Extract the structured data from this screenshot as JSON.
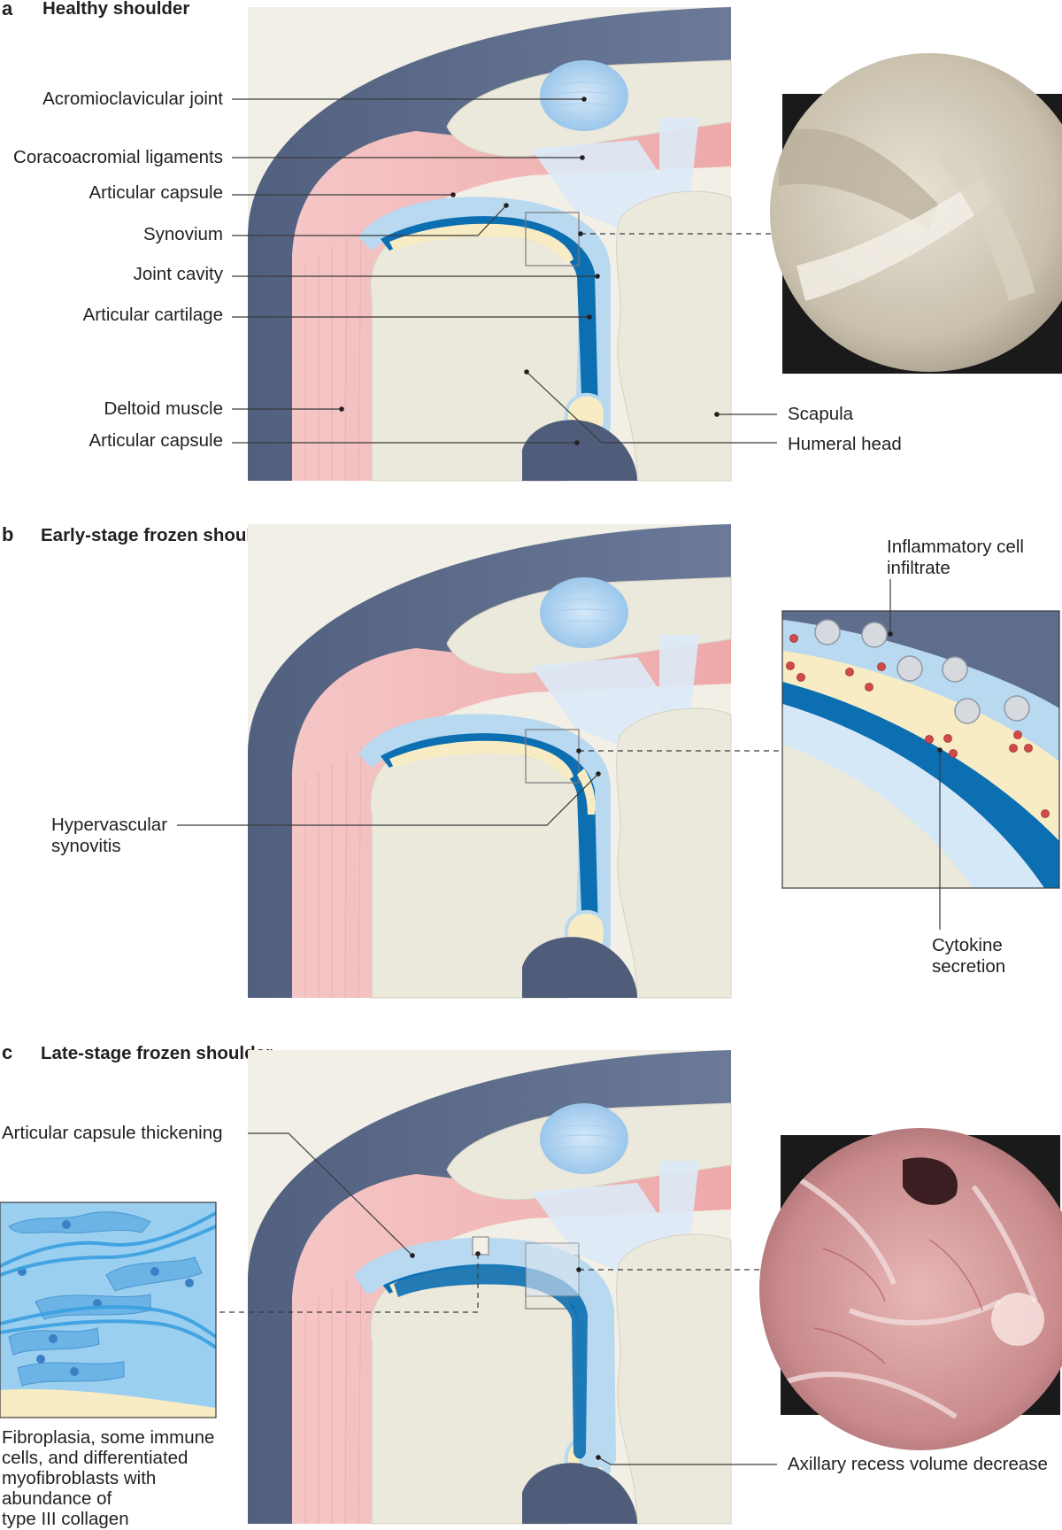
{
  "panels": [
    {
      "letter": "a",
      "title": "Healthy shoulder",
      "labels": {
        "acromioclavicular": "Acromioclavicular joint",
        "coracoacromial": "Coracoacromial ligaments",
        "capsule_top": "Articular capsule",
        "synovium": "Synovium",
        "joint_cavity": "Joint cavity",
        "cartilage": "Articular cartilage",
        "deltoid": "Deltoid muscle",
        "capsule_bottom": "Articular capsule",
        "scapula": "Scapula",
        "humeral_head": "Humeral head"
      }
    },
    {
      "letter": "b",
      "title": "Early-stage frozen shoulder",
      "labels": {
        "hypervascular_1": "Hypervascular",
        "hypervascular_2": "synovitis",
        "infiltrate_1": "Inflammatory cell",
        "infiltrate_2": "infiltrate",
        "cytokine_1": "Cytokine",
        "cytokine_2": "secretion"
      }
    },
    {
      "letter": "c",
      "title": "Late-stage frozen shoulder",
      "labels": {
        "thickening": "Articular capsule thickening",
        "axillary": "Axillary recess volume decrease",
        "fibro_1": "Fibroplasia, some immune",
        "fibro_2": "cells, and differentiated",
        "fibro_3": "myofibroblasts with",
        "fibro_4": "abundance of",
        "fibro_5": "type III collagen"
      }
    }
  ],
  "colors": {
    "skin": "#5e6d8c",
    "muscle": "#f4c0c0",
    "bone": "#ebe8dc",
    "capsule": "#b8d9f0",
    "cavity": "#0c6fb2",
    "synovium": "#f8ecc4",
    "ligament": "#dbeaf7"
  }
}
